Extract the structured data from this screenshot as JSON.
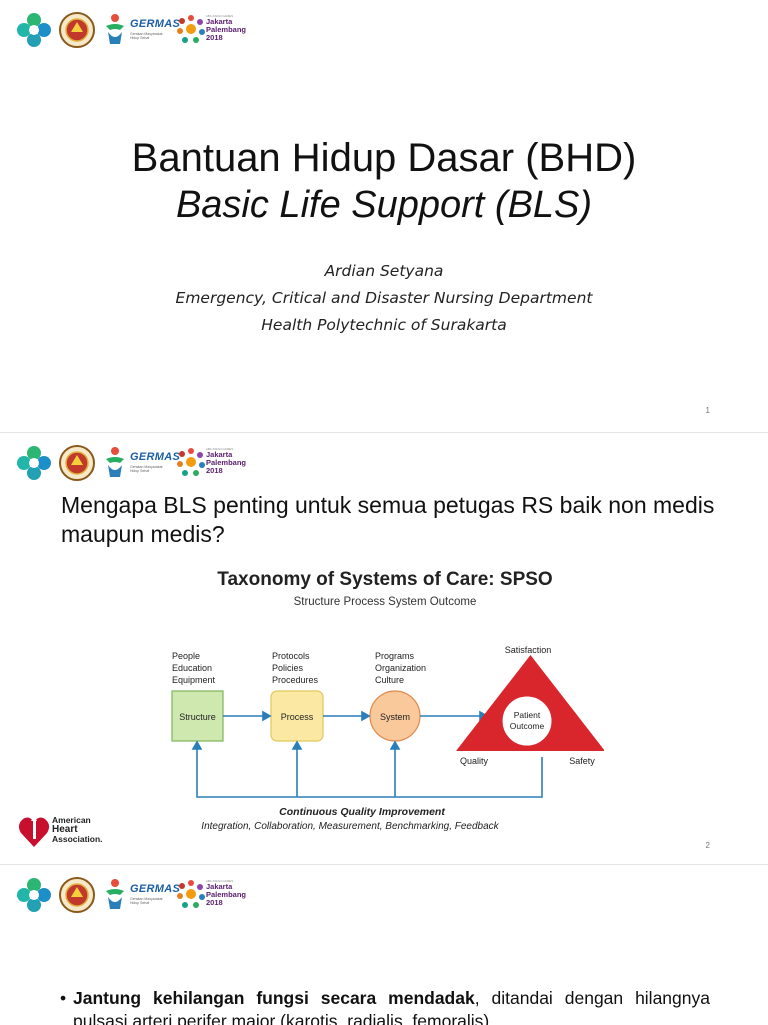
{
  "logos": {
    "germas_label": "GERMAS",
    "germas_sub": "Gerakan Masyarakat Hidup Sehat",
    "asian_games_small": "18th ASIAN GAMES",
    "asian_games_label": "Jakarta Palembang 2018"
  },
  "slide1": {
    "title": "Bantuan Hidup Dasar (BHD)",
    "subtitle": "Basic Life Support (BLS)",
    "author": "Ardian Setyana",
    "department": "Emergency, Critical and Disaster Nursing Department",
    "institution": "Health Polytechnic of Surakarta",
    "page_number": "1"
  },
  "slide2": {
    "question": "Mengapa BLS penting untuk semua petugas RS baik non medis maupun medis?",
    "page_number": "2",
    "figure": {
      "title": "Taxonomy of Systems of Care: SPSO",
      "subtitle": "Structure Process System Outcome",
      "structure_items": [
        "People",
        "Education",
        "Equipment"
      ],
      "process_items": [
        "Protocols",
        "Policies",
        "Procedures"
      ],
      "system_items": [
        "Programs",
        "Organization",
        "Culture"
      ],
      "structure_label": "Structure",
      "process_label": "Process",
      "system_label": "System",
      "outcome_top": "Satisfaction",
      "outcome_center_1": "Patient",
      "outcome_center_2": "Outcome",
      "outcome_left": "Quality",
      "outcome_right": "Safety",
      "cqi_title": "Continuous Quality Improvement",
      "cqi_sub": "Integration, Collaboration, Measurement, Benchmarking, Feedback",
      "colors": {
        "structure": "#cfe8b0",
        "process": "#fbe9a3",
        "system": "#f9c89b",
        "triangle": "#d9262c",
        "arrow": "#2b7fb8"
      }
    },
    "aha_logo": [
      "American",
      "Heart",
      "Association."
    ]
  },
  "slide3": {
    "bullet_bold": "Jantung kehilangan fungsi secara mendadak",
    "bullet_rest": ", ditandai dengan hilangnya pulsasi arteri perifer major (karotis, radialis, femoralis)"
  }
}
